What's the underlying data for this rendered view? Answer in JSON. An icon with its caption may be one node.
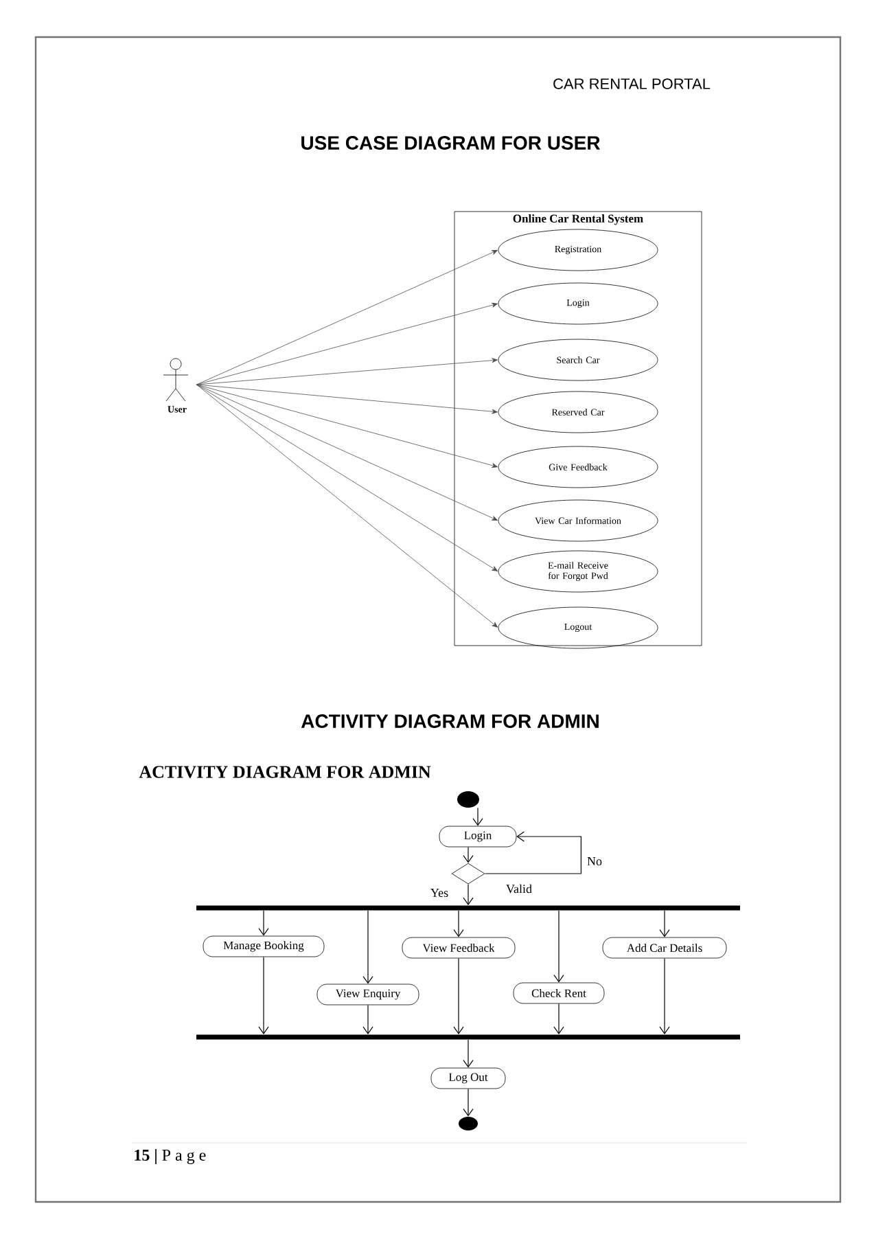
{
  "diagram": {
    "title": "USE CASE DIAGRAM FOR  USER",
    "nodes": [
      {
        "text": [
          "Online Car Rental System"
        ]
      },
      {
        "text": [
          "User"
        ]
      },
      {
        "text": [
          "Registration"
        ],
        "in": 0
      },
      {
        "text": [
          "Login"
        ],
        "in": 0
      },
      {
        "text": [
          "Search Car"
        ],
        "in": 0
      },
      {
        "text": [
          "Reserved Car"
        ],
        "in": 0
      },
      {
        "text": [
          "Give Feedback"
        ],
        "in": 0
      },
      {
        "text": [
          "View Car Information"
        ],
        "in": 0
      },
      {
        "text": [
          "E-mail Receive for Forgot Pwd"
        ],
        "in": 0
      },
      {
        "text": [
          "Logout"
        ],
        "in": 0
      },
      {
        "text": [],
        "shape": "circle"
      },
      {
        "text": [
          "Login"
        ]
      },
      {
        "text": [],
        "shape": "diamond"
      },
      {
        "text": [],
        "shape": "bar"
      },
      {
        "text": [
          "Manage Booking"
        ]
      },
      {
        "text": [
          "View Enquiry"
        ]
      },
      {
        "text": [
          "View Feedback"
        ]
      },
      {
        "text": [
          "Check Rent"
        ]
      },
      {
        "text": [
          "Add Car Details"
        ]
      },
      {
        "text": [],
        "shape": "bar"
      },
      {
        "text": [
          "Log Out"
        ]
      },
      {
        "text": [],
        "shape": "circle"
      }
    ],
    "edges": [
      {
        "from": 1,
        "to": 2,
        "arrow": "to"
      },
      {
        "from": 1,
        "to": 3,
        "arrow": "to"
      },
      {
        "from": 1,
        "to": 4,
        "arrow": "to"
      },
      {
        "from": 1,
        "to": 5,
        "arrow": "to"
      },
      {
        "from": 1,
        "to": 6,
        "arrow": "to"
      },
      {
        "from": 1,
        "to": 7,
        "arrow": "to"
      },
      {
        "from": 1,
        "to": 8,
        "arrow": "to"
      },
      {
        "from": 1,
        "to": 9,
        "arrow": "to"
      },
      {
        "from": 10,
        "to": 11,
        "arrow": "to"
      },
      {
        "from": 11,
        "to": 12,
        "arrow": "to"
      },
      {
        "from": 12,
        "to": 11,
        "arrow": "to",
        "label": "No"
      },
      {
        "from": 12,
        "to": 13,
        "arrow": "to",
        "label": "Yes"
      },
      {
        "from": 13,
        "to": 14,
        "arrow": "to"
      },
      {
        "from": 13,
        "to": 15,
        "arrow": "to"
      },
      {
        "from": 13,
        "to": 16,
        "arrow": "to"
      },
      {
        "from": 13,
        "to": 17,
        "arrow": "to"
      },
      {
        "from": 13,
        "to": 18,
        "arrow": "to"
      },
      {
        "from": 14,
        "to": 19,
        "arrow": "to"
      },
      {
        "from": 15,
        "to": 19,
        "arrow": "to"
      },
      {
        "from": 16,
        "to": 19,
        "arrow": "to"
      },
      {
        "from": 17,
        "to": 19,
        "arrow": "to"
      },
      {
        "from": 18,
        "to": 19,
        "arrow": "to"
      },
      {
        "from": 19,
        "to": 20,
        "arrow": "to"
      },
      {
        "from": 20,
        "to": 21,
        "arrow": "to"
      }
    ],
    "labels": [
      "CAR RENTAL PORTAL",
      "ACTIVITY DIAGRAM FOR ADMIN",
      "ACTIVITY DIAGRAM FOR ADMIN",
      "Valid",
      "**15 |** P a g e"
    ]
  }
}
